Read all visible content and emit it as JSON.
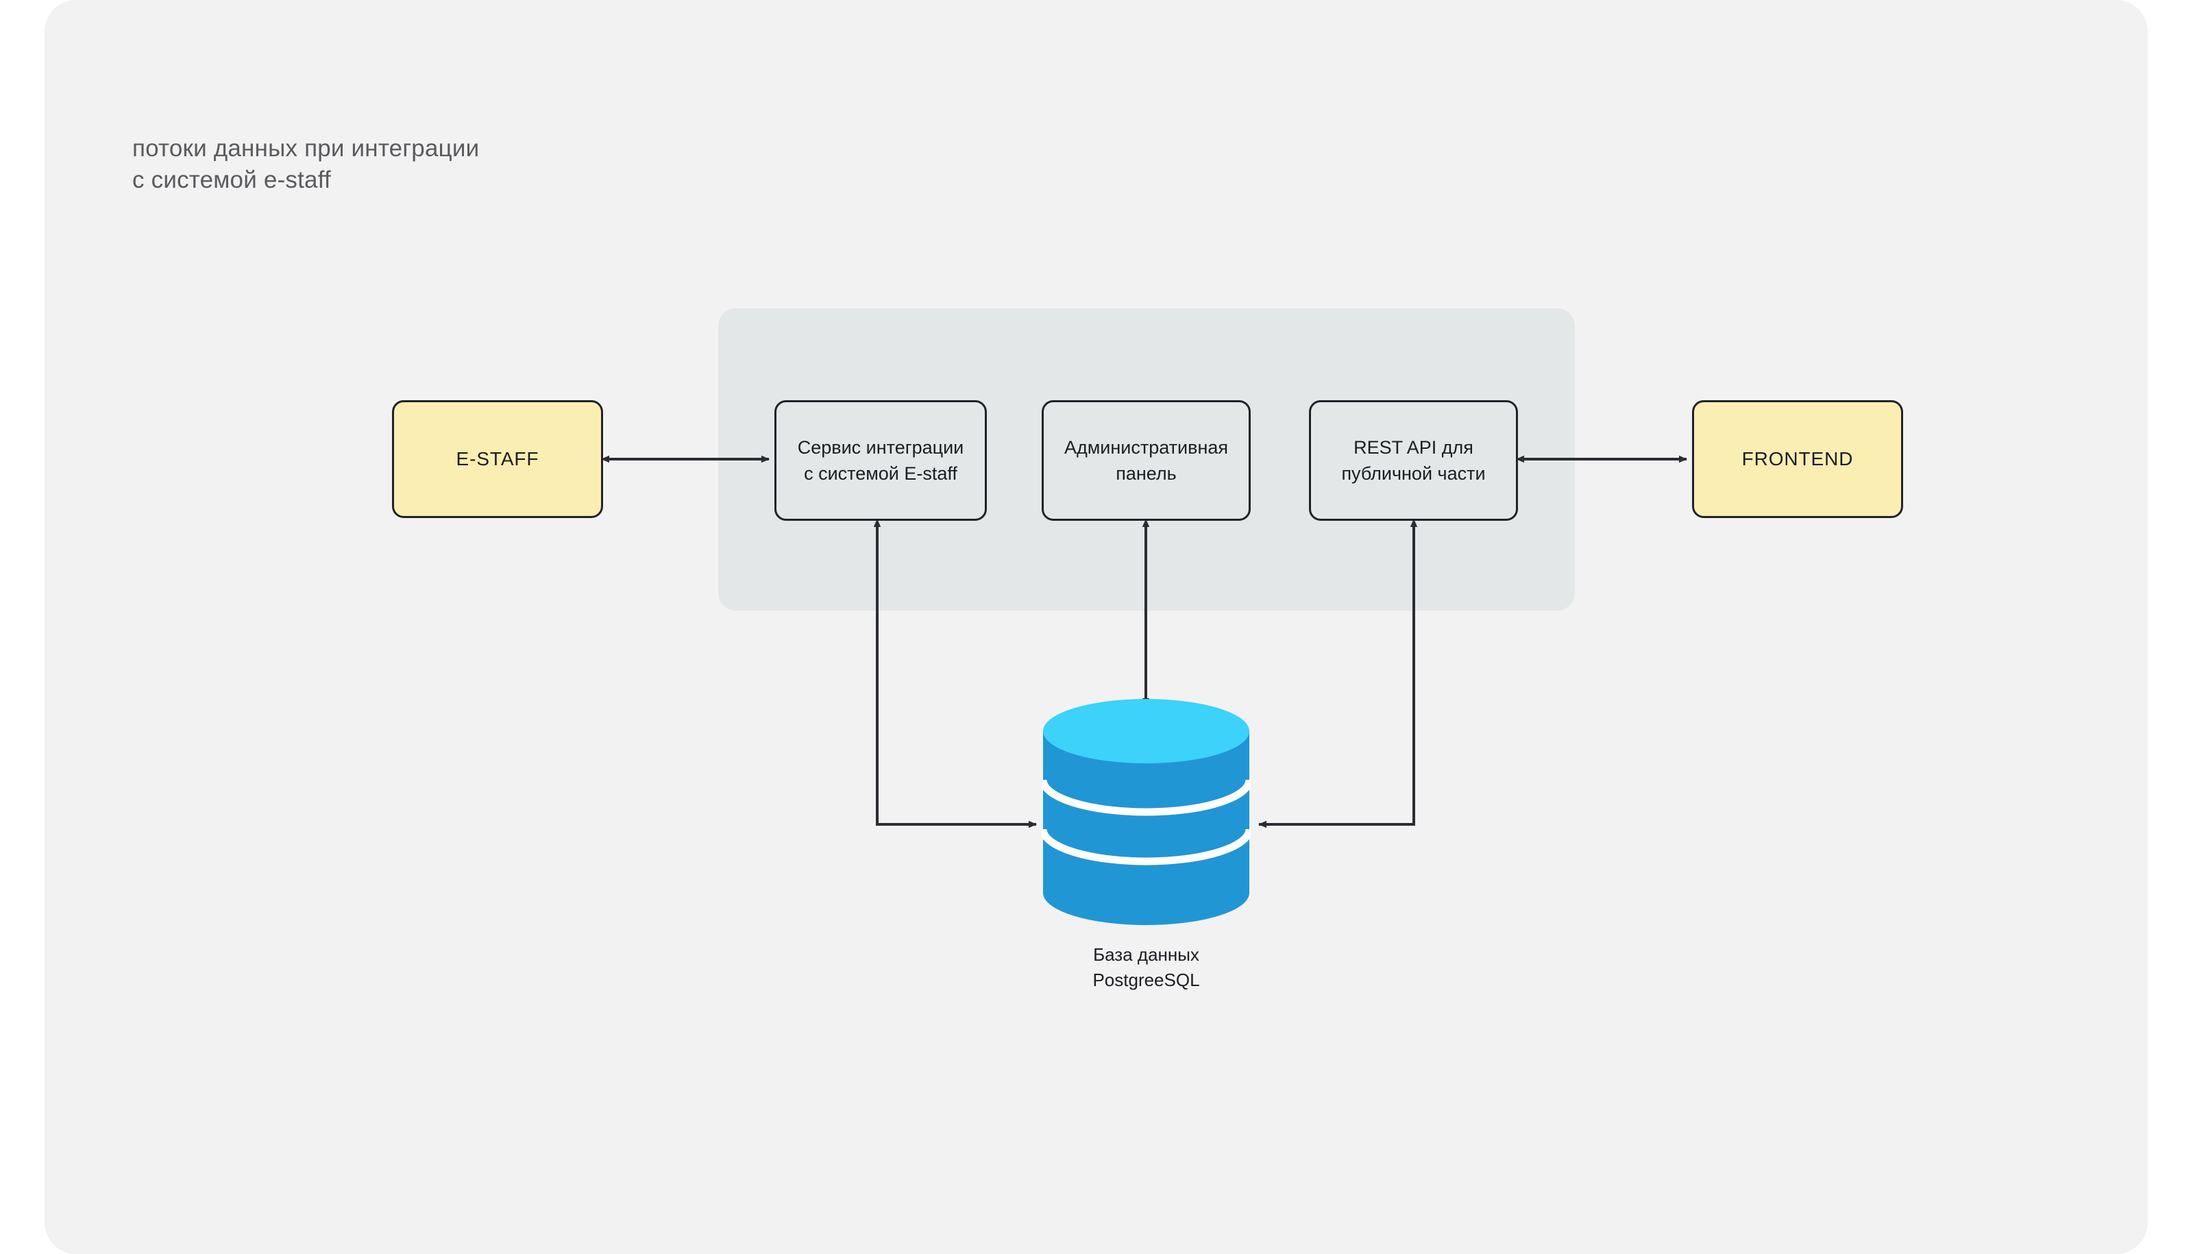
{
  "title": "потоки данных при интеграции\nс системой e-staff",
  "colors": {
    "page_background": "#ffffff",
    "canvas_background": "#f2f2f2",
    "group_panel": "#e3e7e8",
    "external_node_fill": "#fbeeb2",
    "service_node_fill": "#e3e7e8",
    "node_border": "#21232a",
    "title_text": "#595b5e",
    "node_text": "#1b1d22",
    "connector": "#2b2d33",
    "db_top": "#3cd2fa",
    "db_body": "#2196d5",
    "db_stripe": "#ffffff"
  },
  "nodes": {
    "estaff": {
      "label": "E-STAFF",
      "kind": "external"
    },
    "service": {
      "label": "Сервис интеграции\nс системой E-staff",
      "kind": "service"
    },
    "admin": {
      "label": "Административная\nпанель",
      "kind": "service"
    },
    "restapi": {
      "label": "REST API для\nпубличной части",
      "kind": "service"
    },
    "frontend": {
      "label": "FRONTEND",
      "kind": "external"
    },
    "database": {
      "label": "База данных\nPostgreeSQL",
      "icon": "database-cylinder-icon",
      "kind": "datastore"
    }
  },
  "group": {
    "name": "backend-group",
    "members": [
      "service",
      "admin",
      "restapi"
    ]
  },
  "connections": [
    {
      "from": "estaff",
      "to": "service",
      "direction": "bidirectional",
      "orientation": "horizontal"
    },
    {
      "from": "restapi",
      "to": "frontend",
      "direction": "bidirectional",
      "orientation": "horizontal"
    },
    {
      "from": "service",
      "to": "database",
      "direction": "bidirectional",
      "orientation": "elbow-left"
    },
    {
      "from": "admin",
      "to": "database",
      "direction": "bidirectional",
      "orientation": "vertical"
    },
    {
      "from": "restapi",
      "to": "database",
      "direction": "bidirectional",
      "orientation": "elbow-right"
    }
  ]
}
